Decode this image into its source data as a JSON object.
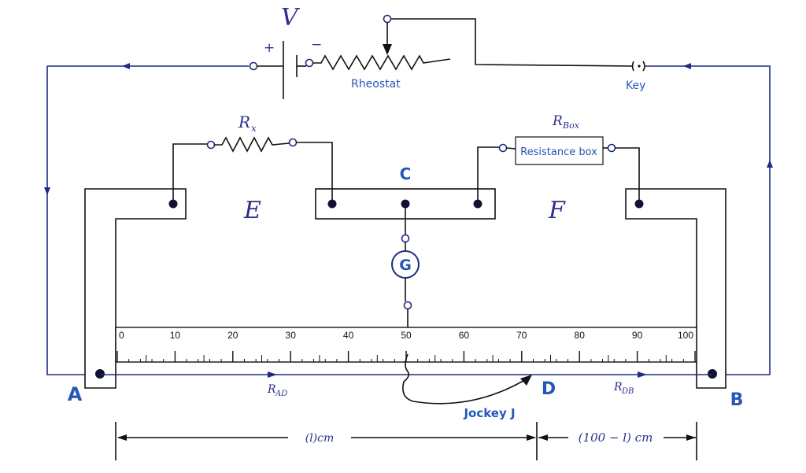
{
  "labels": {
    "battery": "V",
    "plus": "+",
    "minus": "−",
    "rheostat": "Rheostat",
    "key": "Key",
    "rx": "R",
    "rx_sub": "x",
    "rbox": "R",
    "rbox_sub": "Box",
    "resistance_box": "Resistance box",
    "gap_e": "E",
    "gap_f": "F",
    "junction_c": "C",
    "galvanometer": "G",
    "end_a": "A",
    "end_b": "B",
    "point_d": "D",
    "jockey": "Jockey J",
    "r_ad": "R",
    "r_ad_sub": "AD",
    "r_db": "R",
    "r_db_sub": "DB",
    "dim_left": "(l)cm",
    "dim_right": "(100 − l) cm"
  },
  "scale": {
    "ticks": [
      "0",
      "10",
      "20",
      "30",
      "40",
      "50",
      "60",
      "70",
      "80",
      "90",
      "100"
    ]
  },
  "colors": {
    "wire": "#111111",
    "blue_wire": "#1f2a80",
    "label_blue": "#2457b8",
    "math_blue": "#2b2f8c"
  }
}
